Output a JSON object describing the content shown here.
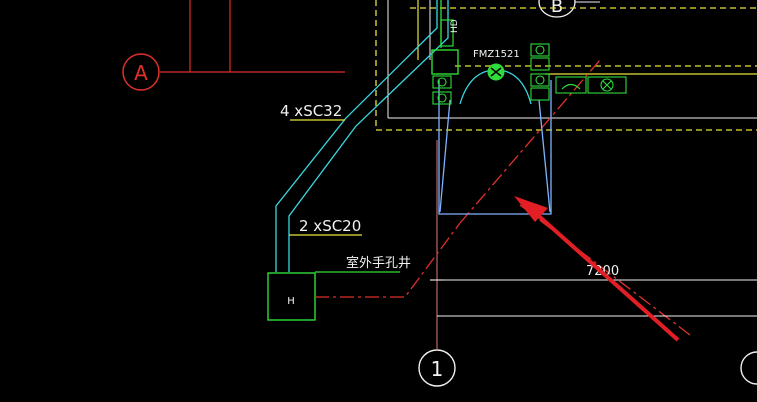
{
  "drawing": {
    "background": "#000000",
    "grid_axes": [
      {
        "label": "A"
      },
      {
        "label": "B"
      },
      {
        "label": "1"
      }
    ],
    "annotations": {
      "cable_upper": "4 xSC32",
      "cable_lower": "2 xSC20",
      "handhole": "室外手孔井",
      "dimension": "7200",
      "device_code": "FMZ1521",
      "box_label": "H",
      "small_tag": "HD"
    },
    "colors": {
      "red": "#e0302a",
      "cyan": "#3ad6e0",
      "yellow": "#e8e23a",
      "green": "#2fdc3a",
      "white": "#f2f2f2",
      "pink": "#e07a7a",
      "blue": "#7fb2ff",
      "arrow": "#e31e24"
    }
  }
}
